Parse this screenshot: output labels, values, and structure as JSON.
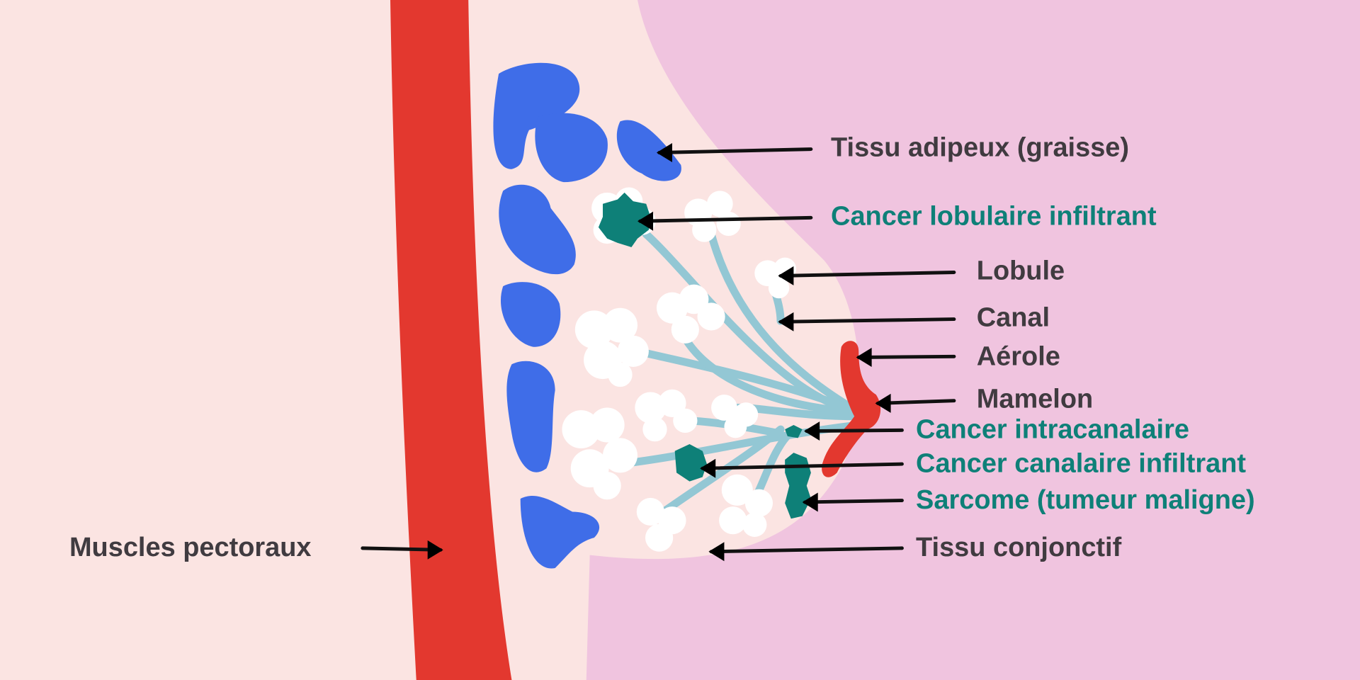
{
  "labels": {
    "fat": "Tissu adipeux (graisse)",
    "lobular_cancer": "Cancer lobulaire infiltrant",
    "lobule": "Lobule",
    "duct": "Canal",
    "areola": "Aérole",
    "nipple": "Mamelon",
    "intraductal_cancer": "Cancer intracanalaire",
    "ductal_cancer": "Cancer canalaire infiltrant",
    "sarcoma": "Sarcome (tumeur maligne)",
    "connective": "Tissu conjonctif",
    "pectoral": "Muscles pectoraux"
  },
  "colors": {
    "background": "#fbe4e2",
    "skin_outside": "#f0c4df",
    "muscle": "#e3382f",
    "fat": "#3f6de8",
    "tumor": "#0e8078",
    "duct": "#93c7d4",
    "text_dark": "#403b40"
  }
}
